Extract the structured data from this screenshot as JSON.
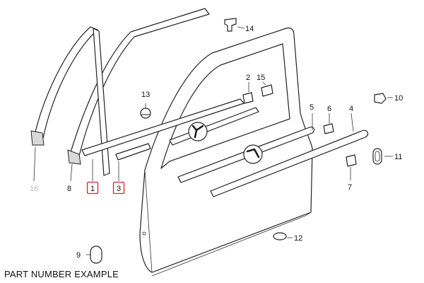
{
  "caption": "PART NUMBER EXAMPLE",
  "highlight_color": "#e0202a",
  "muted_color": "#b8b8b8",
  "callouts": {
    "c1": "1",
    "c2": "2",
    "c3": "3",
    "c4": "4",
    "c5": "5",
    "c6": "6",
    "c7": "7",
    "c8": "8",
    "c9": "9",
    "c10": "10",
    "c11": "11",
    "c12": "12",
    "c13": "13",
    "c14": "14",
    "c15": "15",
    "c16": "16"
  }
}
